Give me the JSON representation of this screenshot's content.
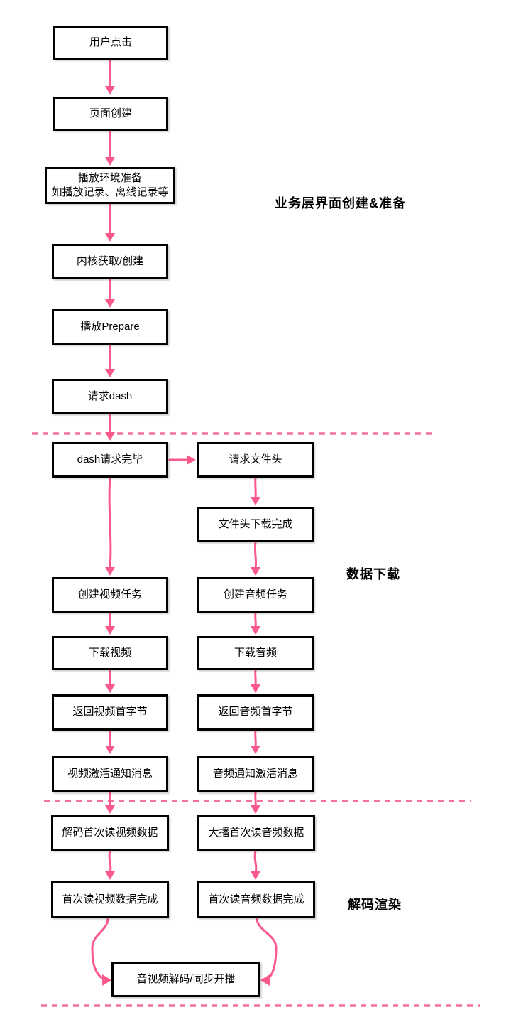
{
  "diagram": {
    "sections": [
      {
        "label": "业务层界面创建&准备"
      },
      {
        "label": "数据下载"
      },
      {
        "label": "解码渲染"
      }
    ],
    "nodes": [
      {
        "label": "用户点击"
      },
      {
        "label": "页面创建"
      },
      {
        "label": "播放环境准备",
        "label2": "如播放记录、离线记录等"
      },
      {
        "label": "内核获取/创建"
      },
      {
        "label": "播放Prepare"
      },
      {
        "label": "请求dash"
      },
      {
        "label": "dash请求完毕"
      },
      {
        "label": "请求文件头"
      },
      {
        "label": "文件头下载完成"
      },
      {
        "label": "创建视频任务"
      },
      {
        "label": "创建音频任务"
      },
      {
        "label": "下载视频"
      },
      {
        "label": "下载音频"
      },
      {
        "label": "返回视频首字节"
      },
      {
        "label": "返回音频首字节"
      },
      {
        "label": "视频激活通知消息"
      },
      {
        "label": "音频通知激活消息"
      },
      {
        "label": "解码首次读视频数据"
      },
      {
        "label": "大播首次读音频数据"
      },
      {
        "label": "首次读视频数据完成"
      },
      {
        "label": "首次读音频数据完成"
      },
      {
        "label": "音视频解码/同步开播"
      }
    ],
    "colors": {
      "arrow": "#fa5a8b",
      "dashed_line": "#f4719f",
      "box_border": "#000000",
      "box_fill": "#ffffff",
      "text": "#000000"
    }
  }
}
